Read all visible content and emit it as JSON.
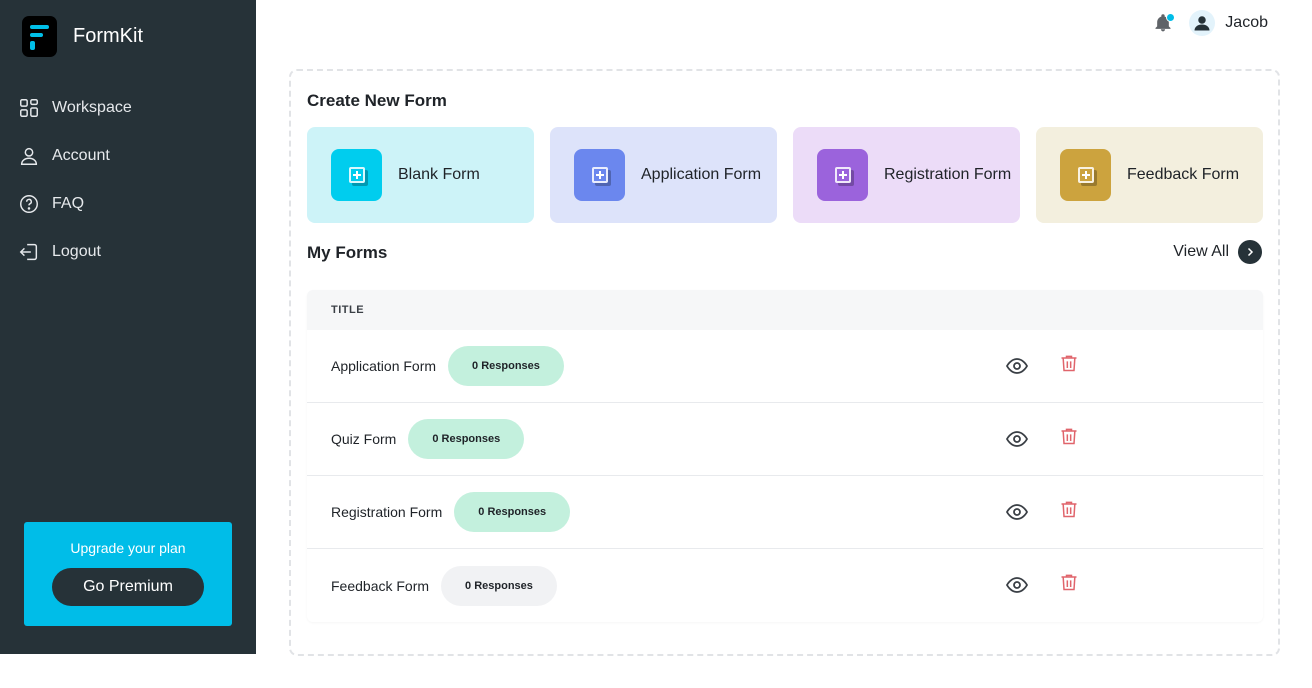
{
  "brand": {
    "name": "FormKit",
    "accent": "#00bde8",
    "sidebar_bg": "#263238"
  },
  "sidebar": {
    "items": [
      {
        "label": "Workspace",
        "icon": "grid-icon"
      },
      {
        "label": "Account",
        "icon": "user-icon"
      },
      {
        "label": "FAQ",
        "icon": "help-icon"
      },
      {
        "label": "Logout",
        "icon": "logout-icon"
      }
    ],
    "upgrade": {
      "text": "Upgrade your plan",
      "button": "Go Premium"
    }
  },
  "header": {
    "user_name": "Jacob",
    "notification_icon": "bell-icon",
    "avatar_icon": "avatar-icon"
  },
  "create": {
    "title": "Create New Form",
    "cards": [
      {
        "label": "Blank Form",
        "bg": "#cdf3f8",
        "icon_bg": "#00cdee"
      },
      {
        "label": "Application Form",
        "bg": "#dde3fa",
        "icon_bg": "#6b87ee"
      },
      {
        "label": "Registration Form",
        "bg": "#ecdcf8",
        "icon_bg": "#9b63dc"
      },
      {
        "label": "Feedback Form",
        "bg": "#f3efde",
        "icon_bg": "#cca33e"
      }
    ]
  },
  "my_forms": {
    "title": "My Forms",
    "view_all": "View All",
    "column_title": "TITLE",
    "rows": [
      {
        "title": "Application Form",
        "responses": "0 Responses",
        "badge_style": "green"
      },
      {
        "title": "Quiz Form",
        "responses": "0 Responses",
        "badge_style": "green"
      },
      {
        "title": "Registration Form",
        "responses": "0 Responses",
        "badge_style": "green"
      },
      {
        "title": "Feedback Form",
        "responses": "0 Responses",
        "badge_style": "gray"
      }
    ]
  }
}
